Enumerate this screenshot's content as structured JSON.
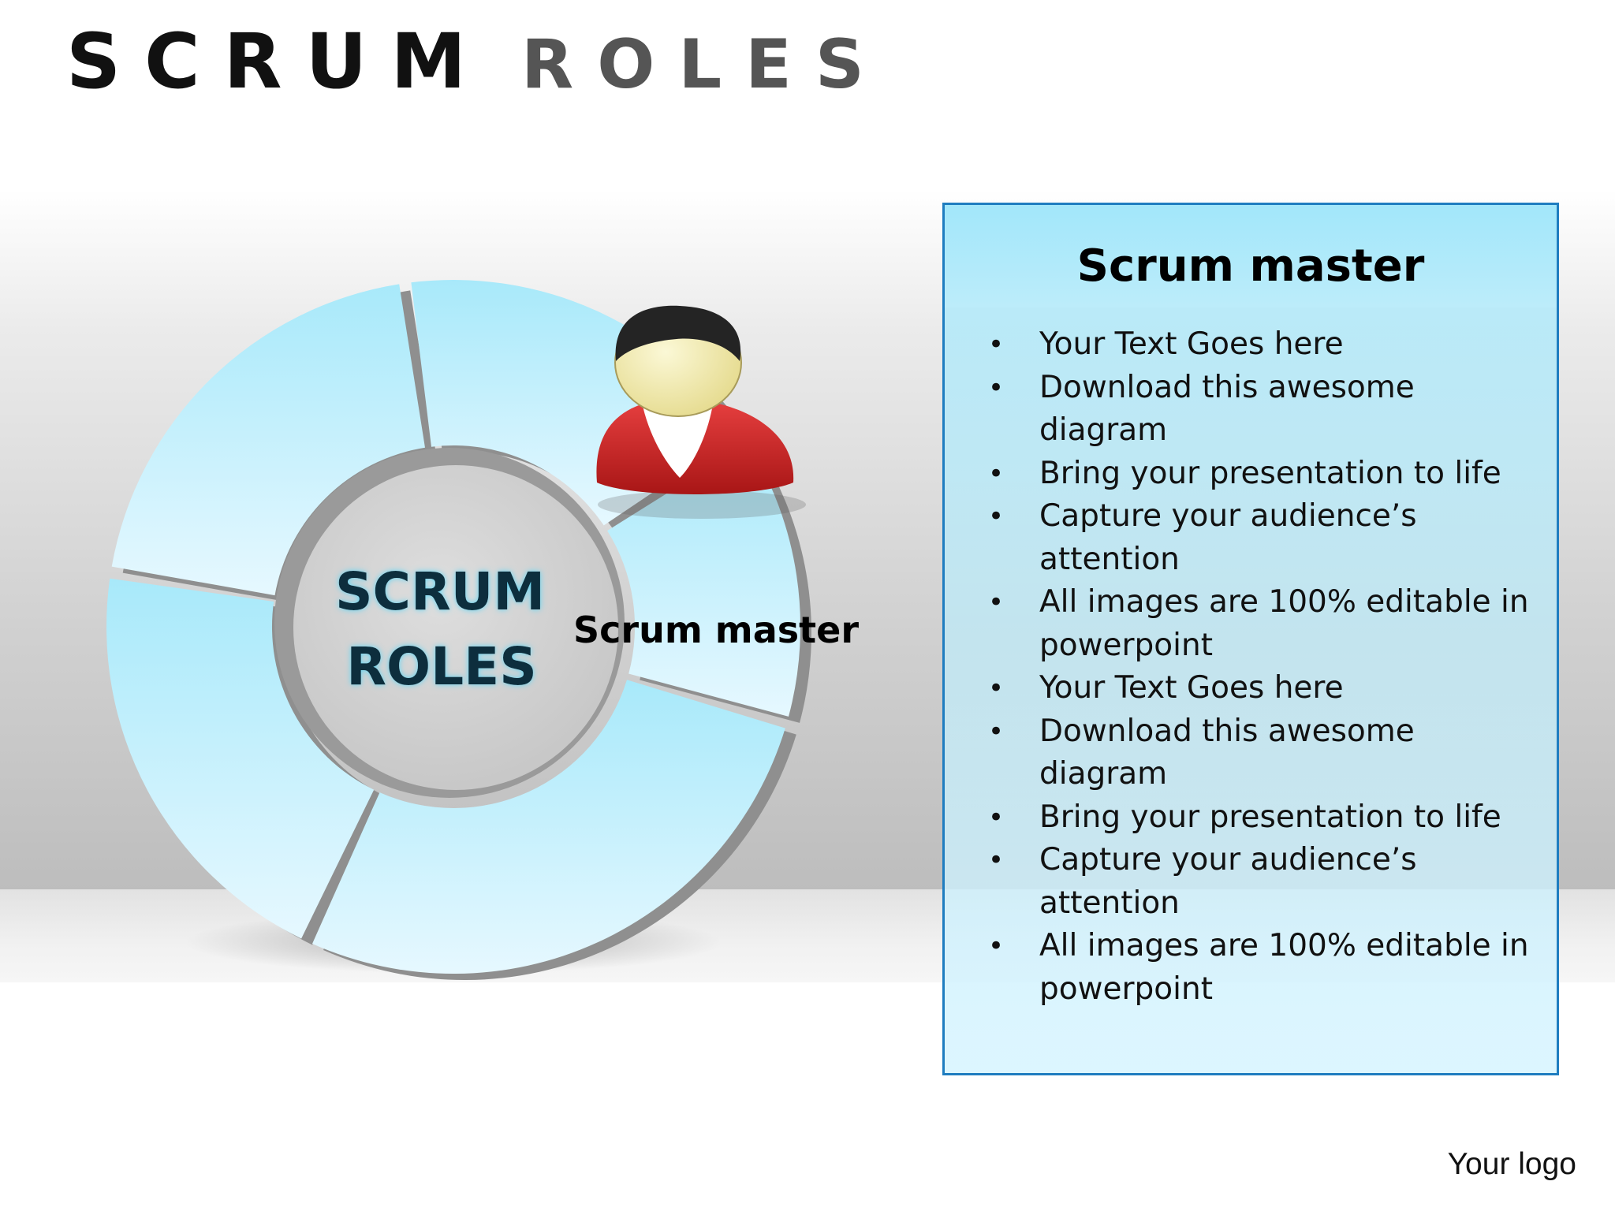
{
  "title": {
    "word1": "SCRUM",
    "word2": "ROLES"
  },
  "diagram": {
    "center_line1": "SCRUM",
    "center_line2": "ROLES",
    "highlighted_label": "Scrum master",
    "highlighted_icon": "person-icon"
  },
  "panel": {
    "title": "Scrum master",
    "bullets": [
      "Your Text Goes here",
      "Download this awesome diagram",
      "Bring your presentation to life",
      "Capture your audience’s attention",
      "All images are 100% editable in powerpoint",
      "Your Text Goes here",
      "Download this awesome diagram",
      "Bring your presentation to life",
      "Capture your audience’s attention",
      "All images are 100% editable in powerpoint"
    ]
  },
  "footer": {
    "logo": "Your logo"
  },
  "colors": {
    "segment_top": "#a8e9fa",
    "segment_bottom": "#e6f8ff",
    "panel_border": "#1f7dc0",
    "person_body": "#d42a2a",
    "person_head": "#f3ecac"
  }
}
